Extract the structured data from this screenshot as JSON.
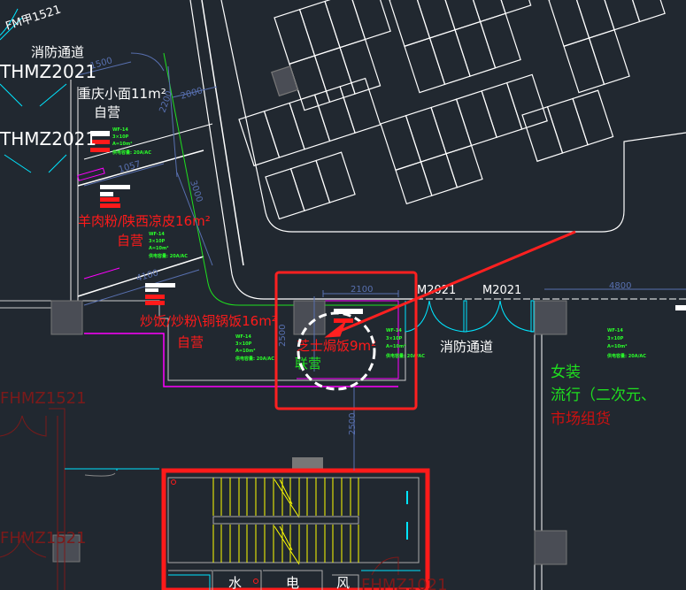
{
  "canvas": {
    "background": "#212830"
  },
  "labels": {
    "fire_lane_top": "消防通道",
    "door_thmz_1": "THMZ2021",
    "door_thmz_2": "THMZ2021",
    "door_fm_top": "FM甲1521",
    "shop_chongqing": "重庆小面11m²",
    "shop_chongqing_mode": "自营",
    "shop_yangroufen": "羊肉粉/陕西凉皮16m²",
    "shop_yangroufen_mode": "自营",
    "shop_chaofan": "炒饭/炒粉\\铜锅饭16m²",
    "shop_chaofan_mode": "自营",
    "shop_zhishi": "芝士焗饭9m²",
    "shop_zhishi_mode": "联营",
    "door_m1": "M2021",
    "door_m2": "M2021",
    "fire_lane_right": "消防通道",
    "women_clothing": "女装",
    "women_clothing_sub": "流行（二次元、",
    "women_clothing_source": "市场组货",
    "door_fhm_1": "FHMZ1521",
    "door_fhm_2": "FHMZ1521",
    "door_fhm_3": "FHMZ1021",
    "room_water": "水",
    "room_power": "电",
    "room_wind": "风"
  },
  "dimensions": {
    "d1500": "1500",
    "d2000": "2000",
    "d2200": "2200",
    "d1057": "1057",
    "d3000": "3000",
    "d4100": "4100",
    "d2100": "2100",
    "d2500a": "2500",
    "d2500b": "2500",
    "d4800": "4800"
  },
  "spec_tags": [
    "WF-14",
    "3×10P",
    "A=10m²",
    "供电容量: 20A/AC"
  ],
  "colors": {
    "highlight": "#ff2020",
    "wall": "#ffffff",
    "dimension": "#5870b0",
    "partition": "#ff00ff",
    "door": "#00e5ff",
    "stair": "#ffff00"
  }
}
